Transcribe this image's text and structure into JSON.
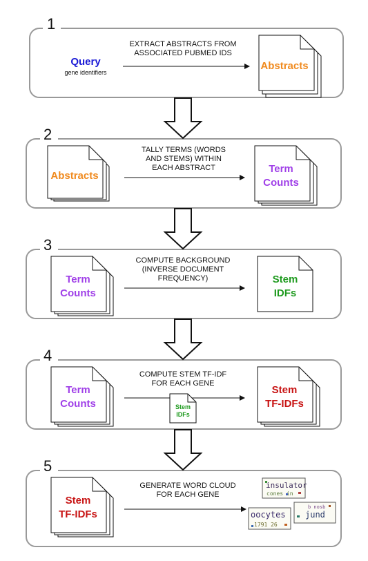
{
  "colors": {
    "query": "#1a1ad6",
    "abstracts": "#f08a1e",
    "term_counts": "#a040e8",
    "stem_idfs": "#1e9a1e",
    "stem_tfidfs": "#c81414",
    "panel_border": "#999999"
  },
  "steps": [
    {
      "number": "1",
      "query": {
        "title": "Query",
        "subtitle": "gene identifiers"
      },
      "arrow_label": [
        "EXTRACT ABSTRACTS FROM",
        "ASSOCIATED PUBMED IDS"
      ],
      "output_doc": [
        "Abstracts"
      ]
    },
    {
      "number": "2",
      "input_doc": [
        "Abstracts"
      ],
      "arrow_label": [
        "TALLY TERMS (WORDS",
        "AND STEMS) WITHIN",
        "EACH ABSTRACT"
      ],
      "output_doc": [
        "Term",
        "Counts"
      ]
    },
    {
      "number": "3",
      "input_doc": [
        "Term",
        "Counts"
      ],
      "arrow_label": [
        "COMPUTE BACKGROUND",
        "(INVERSE DOCUMENT",
        "FREQUENCY)"
      ],
      "output_doc": [
        "Stem",
        "IDFs"
      ]
    },
    {
      "number": "4",
      "input_doc": [
        "Term",
        "Counts"
      ],
      "arrow_label": [
        "COMPUTE STEM TF-IDF",
        "FOR EACH GENE"
      ],
      "helper_doc": [
        "Stem",
        "IDFs"
      ],
      "output_doc": [
        "Stem",
        "TF-IDFs"
      ]
    },
    {
      "number": "5",
      "input_doc": [
        "Stem",
        "TF-IDFs"
      ],
      "arrow_label": [
        "GENERATE WORD CLOUD",
        "FOR EACH GENE"
      ],
      "word_clouds": [
        {
          "words": [
            "insulator",
            "cones in"
          ]
        },
        {
          "words": [
            "b nosb",
            "jund"
          ]
        },
        {
          "words": [
            "oocytes",
            "1791 26"
          ]
        }
      ]
    }
  ]
}
